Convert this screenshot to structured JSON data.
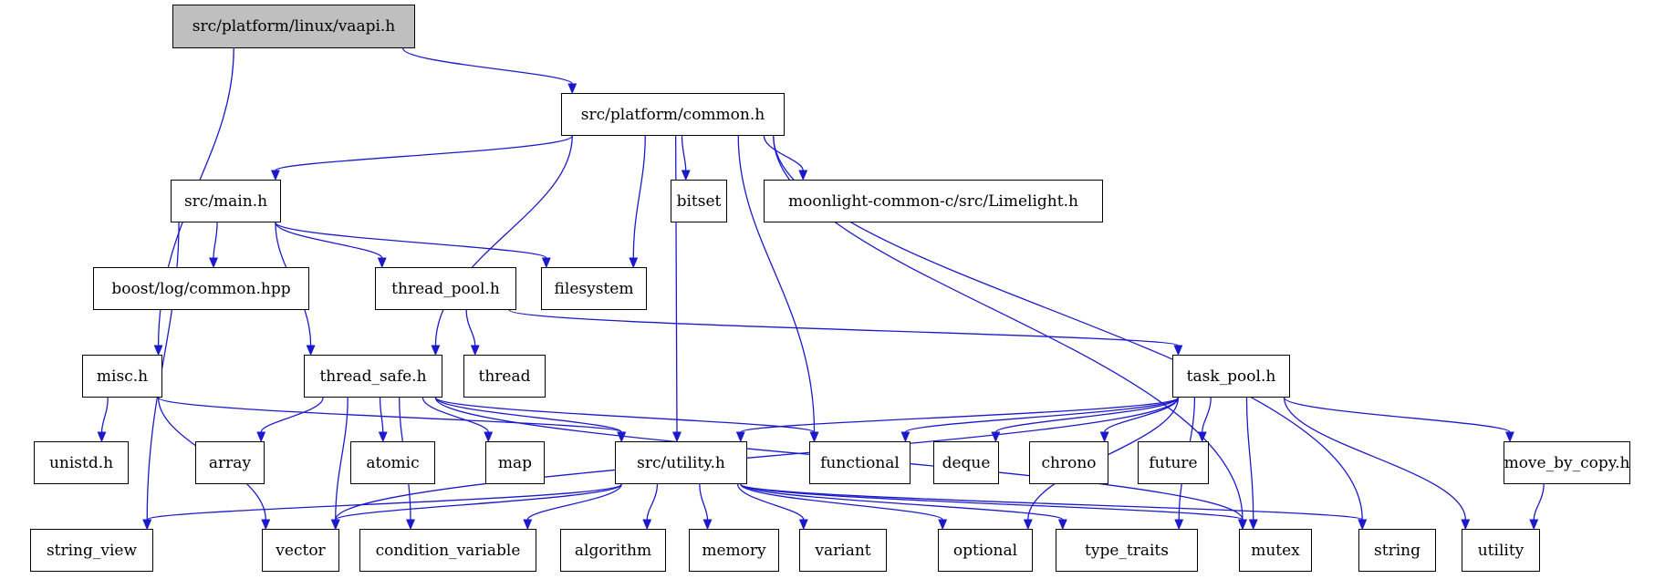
{
  "graph": {
    "root": "vaapi",
    "colors": {
      "edge": "#1a1acc",
      "node_border": "#000000",
      "root_fill": "#bfbfbf",
      "node_fill": "#ffffff"
    },
    "nodes": {
      "vaapi": "src/platform/linux/vaapi.h",
      "common": "src/platform/common.h",
      "main": "src/main.h",
      "bitset": "bitset",
      "limelight": "moonlight-common-c/src/Limelight.h",
      "boostlog": "boost/log/common.hpp",
      "threadpool": "thread_pool.h",
      "filesystem": "filesystem",
      "misc": "misc.h",
      "threadsafe": "thread_safe.h",
      "thread": "thread",
      "taskpool": "task_pool.h",
      "unistd": "unistd.h",
      "array": "array",
      "atomic": "atomic",
      "map": "map",
      "utility_h": "src/utility.h",
      "functional": "functional",
      "deque": "deque",
      "chrono": "chrono",
      "future": "future",
      "movebycopy": "move_by_copy.h",
      "string_view": "string_view",
      "vector": "vector",
      "condvar": "condition_variable",
      "algorithm": "algorithm",
      "memory": "memory",
      "variant": "variant",
      "optional": "optional",
      "type_traits": "type_traits",
      "mutex": "mutex",
      "string": "string",
      "utility": "utility"
    },
    "edges": [
      [
        "vaapi",
        "common"
      ],
      [
        "vaapi",
        "misc"
      ],
      [
        "common",
        "main"
      ],
      [
        "common",
        "threadsafe"
      ],
      [
        "common",
        "filesystem"
      ],
      [
        "common",
        "utility_h"
      ],
      [
        "common",
        "bitset"
      ],
      [
        "common",
        "limelight"
      ],
      [
        "common",
        "functional"
      ],
      [
        "common",
        "mutex"
      ],
      [
        "common",
        "string"
      ],
      [
        "main",
        "string_view"
      ],
      [
        "main",
        "threadsafe"
      ],
      [
        "main",
        "boostlog"
      ],
      [
        "main",
        "threadpool"
      ],
      [
        "main",
        "filesystem"
      ],
      [
        "threadpool",
        "thread"
      ],
      [
        "threadpool",
        "taskpool"
      ],
      [
        "misc",
        "unistd"
      ],
      [
        "misc",
        "vector"
      ],
      [
        "misc",
        "utility_h"
      ],
      [
        "threadsafe",
        "array"
      ],
      [
        "threadsafe",
        "vector"
      ],
      [
        "threadsafe",
        "atomic"
      ],
      [
        "threadsafe",
        "condvar"
      ],
      [
        "threadsafe",
        "map"
      ],
      [
        "threadsafe",
        "utility_h"
      ],
      [
        "threadsafe",
        "functional"
      ],
      [
        "threadsafe",
        "mutex"
      ],
      [
        "taskpool",
        "vector"
      ],
      [
        "taskpool",
        "utility_h"
      ],
      [
        "taskpool",
        "functional"
      ],
      [
        "taskpool",
        "deque"
      ],
      [
        "taskpool",
        "chrono"
      ],
      [
        "taskpool",
        "future"
      ],
      [
        "taskpool",
        "movebycopy"
      ],
      [
        "taskpool",
        "optional"
      ],
      [
        "taskpool",
        "type_traits"
      ],
      [
        "taskpool",
        "mutex"
      ],
      [
        "taskpool",
        "utility"
      ],
      [
        "utility_h",
        "string_view"
      ],
      [
        "utility_h",
        "vector"
      ],
      [
        "utility_h",
        "condvar"
      ],
      [
        "utility_h",
        "algorithm"
      ],
      [
        "utility_h",
        "memory"
      ],
      [
        "utility_h",
        "variant"
      ],
      [
        "utility_h",
        "optional"
      ],
      [
        "utility_h",
        "type_traits"
      ],
      [
        "utility_h",
        "mutex"
      ],
      [
        "utility_h",
        "string"
      ],
      [
        "movebycopy",
        "utility"
      ]
    ]
  }
}
